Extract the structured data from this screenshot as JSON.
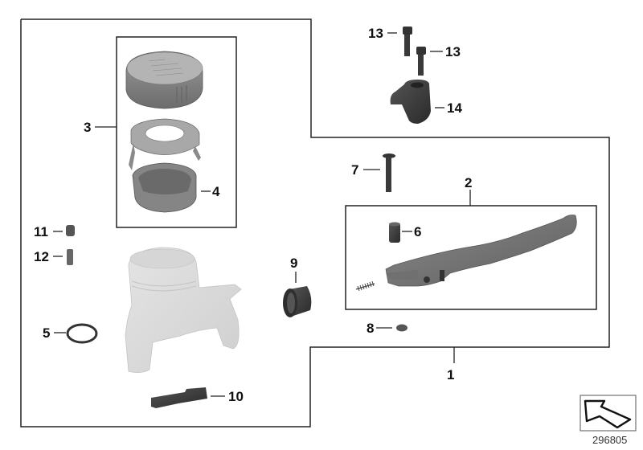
{
  "diagram": {
    "type": "exploded parts diagram",
    "subject": "Clutch/brake master cylinder handlebar fitting with lever",
    "reference_number": "296805",
    "callouts": [
      {
        "id": "1",
        "label": "1",
        "part": "master-cylinder-assembly"
      },
      {
        "id": "2",
        "label": "2",
        "part": "hand-lever-assembly"
      },
      {
        "id": "3",
        "label": "3",
        "part": "reservoir-cap-set"
      },
      {
        "id": "4",
        "label": "4",
        "part": "reservoir-diaphragm"
      },
      {
        "id": "5",
        "label": "5",
        "part": "o-ring"
      },
      {
        "id": "6",
        "label": "6",
        "part": "bushing"
      },
      {
        "id": "7",
        "label": "7",
        "part": "pivot-screw"
      },
      {
        "id": "8",
        "label": "8",
        "part": "hex-nut"
      },
      {
        "id": "9",
        "label": "9",
        "part": "rubber-boot"
      },
      {
        "id": "10",
        "label": "10",
        "part": "switch"
      },
      {
        "id": "11",
        "label": "11",
        "part": "bleeder-cap"
      },
      {
        "id": "12",
        "label": "12",
        "part": "bleeder-screw"
      },
      {
        "id": "13a",
        "label": "13",
        "part": "socket-head-screw"
      },
      {
        "id": "13b",
        "label": "13",
        "part": "socket-head-screw"
      },
      {
        "id": "14",
        "label": "14",
        "part": "clamp-bracket"
      }
    ]
  },
  "colors": {
    "line": "#222222",
    "part_dark": "#3e3e3e",
    "part_mid": "#8a8a8a",
    "part_light": "#c9c9c9",
    "part_ghost": "#dcdcdc",
    "background": "#ffffff"
  }
}
